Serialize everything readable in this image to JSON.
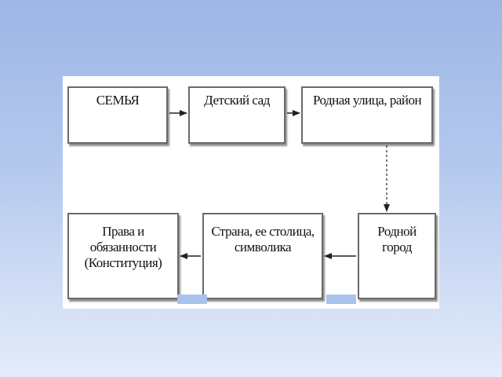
{
  "diagram": {
    "nodes": [
      {
        "id": "family",
        "lines": [
          "СЕМЬЯ"
        ]
      },
      {
        "id": "kinder",
        "lines": [
          "Детский сад"
        ]
      },
      {
        "id": "street",
        "lines": [
          "Родная улица, район"
        ]
      },
      {
        "id": "city",
        "lines": [
          "Родной город"
        ]
      },
      {
        "id": "country",
        "lines": [
          "Страна, ее столица,",
          "символика"
        ]
      },
      {
        "id": "rights",
        "lines": [
          "Права и",
          "обязанности",
          "(Конституция)"
        ]
      }
    ],
    "edges": [
      {
        "from": "family",
        "to": "kinder",
        "style": "solid"
      },
      {
        "from": "kinder",
        "to": "street",
        "style": "solid"
      },
      {
        "from": "street",
        "to": "city",
        "style": "dashed"
      },
      {
        "from": "city",
        "to": "country",
        "style": "solid"
      },
      {
        "from": "country",
        "to": "rights",
        "style": "solid"
      }
    ],
    "colors": {
      "box_border": "#6a6a6a",
      "arrow": "#222222",
      "background_top": "#9db6e6",
      "background_bottom": "#e4ecfa"
    }
  }
}
